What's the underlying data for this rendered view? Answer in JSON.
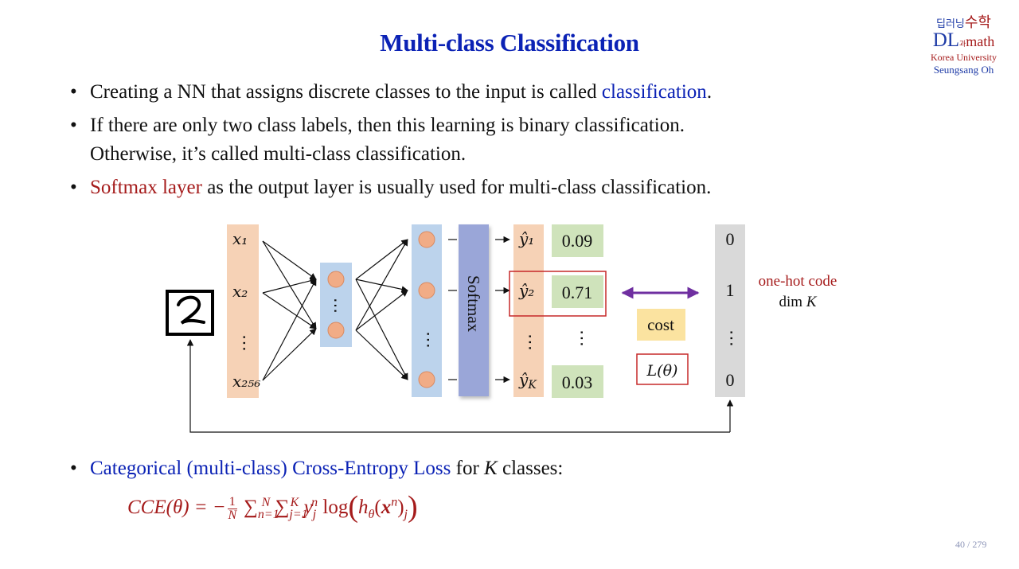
{
  "title": "Multi-class Classification",
  "logo": {
    "kr_left": "딥러닝",
    "kr_mid": "과",
    "kr_right": "수학",
    "dl": "DL",
    "math": "math",
    "university": "Korea University",
    "author": "Seungsang Oh"
  },
  "bullets": [
    {
      "pre": "Creating a NN that assigns discrete classes to the input is called ",
      "highlight": "classification",
      "post": "."
    },
    {
      "line1": "If there are only two class labels, then this learning is binary classification.",
      "line2": "Otherwise, it’s called multi-class classification."
    },
    {
      "highlight": "Softmax layer",
      "post": " as the output layer is usually used for multi-class classification."
    }
  ],
  "diagram": {
    "inputs": [
      "x₁",
      "x₂",
      "⋯",
      "x₂₅₆"
    ],
    "hidden_dots": "⋯",
    "softmax_label": "Softmax",
    "outputs": [
      "ŷ₁",
      "ŷ₂",
      "ŷ_K"
    ],
    "output_sub_K": "K",
    "probabilities": [
      "0.09",
      "0.71",
      "⋯",
      "0.03"
    ],
    "onehot": [
      "0",
      "1",
      "⋯",
      "0"
    ],
    "onehot_label": "one-hot code",
    "dim_label": "dim",
    "dim_var": "K",
    "cost_label": "cost",
    "loss_label": "L(θ)",
    "digit": "2"
  },
  "bottom": {
    "highlight": "Categorical (multi-class) Cross-Entropy Loss",
    "mid": " for ",
    "var": "K",
    "post": " classes:"
  },
  "formula": {
    "lhs": "CCE(θ) = −",
    "frac_num": "1",
    "frac_den": "N",
    "sum1_sup": "N",
    "sum1_sub": "n=1",
    "sum2_sup": "K",
    "sum2_sub": "j=1",
    "y_var": "y",
    "y_sup": "n",
    "y_sub": "j",
    "log": "log",
    "h": "h",
    "h_sub": "θ",
    "x_var": "x",
    "x_sup": "n",
    "outer_sub": "j"
  },
  "page": "40 / 279",
  "colors": {
    "title_blue": "#0b22b5",
    "dark_red": "#a51b1b",
    "input_bar": "#f6d2b6",
    "hidden_bar": "#bcd3ec",
    "node": "#f1ac86",
    "softmax": "#9aa6d8",
    "prob_box": "#cfe3bb",
    "cost_box": "#fbe3a0",
    "onehot_bar": "#d9d9d9",
    "arrow_purple": "#6f2fa0"
  }
}
